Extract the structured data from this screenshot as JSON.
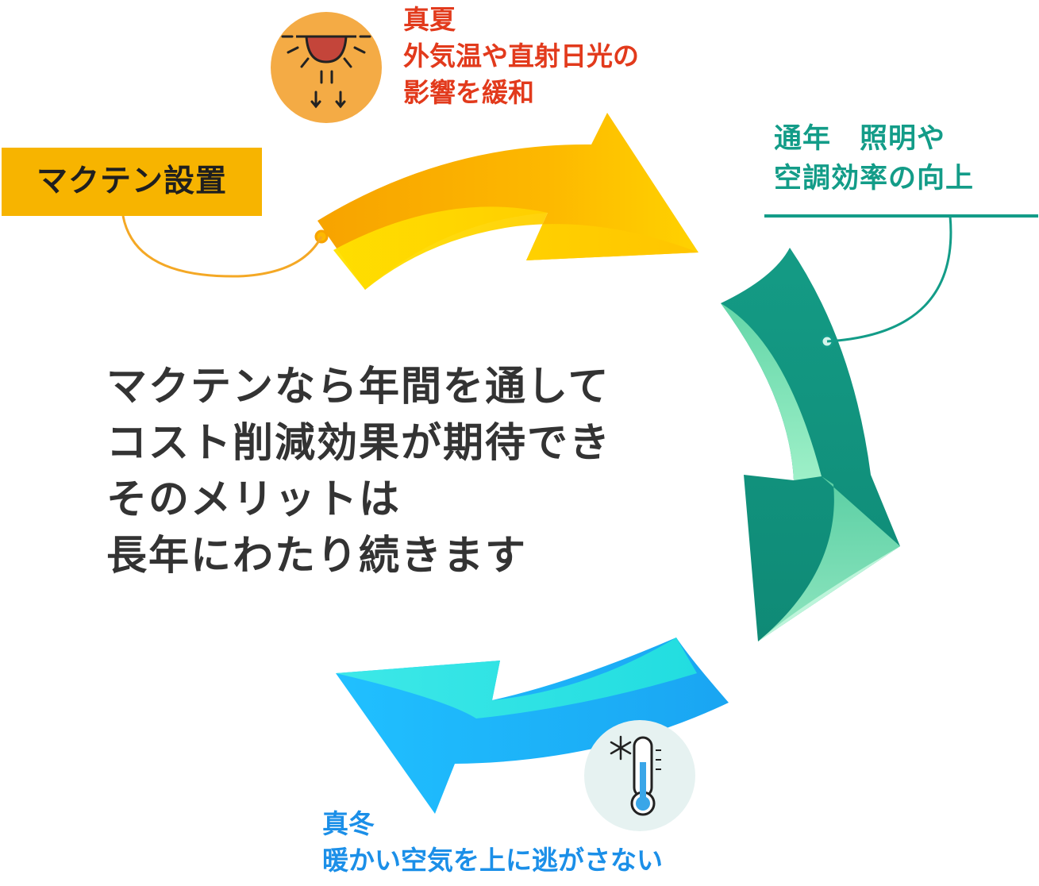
{
  "colors": {
    "summer": "#e23a1c",
    "year_round": "#139c88",
    "winter": "#1b8fe8",
    "install_bg": "#f7b400",
    "body_text": "#333333",
    "sun_bg": "#f4ab45",
    "thermo_bg": "#e6f2f1"
  },
  "icons": {
    "sun": "sun-icon",
    "thermometer": "thermometer-snowflake-icon"
  },
  "install": {
    "label": "マクテン設置"
  },
  "summer": {
    "title": "真夏",
    "line1": "外気温や直射日光の",
    "line2": "影響を緩和"
  },
  "year_round": {
    "line1": "通年　照明や",
    "line2": "空調効率の向上"
  },
  "winter": {
    "title": "真冬",
    "line1": "暖かい空気を上に逃がさない"
  },
  "center": {
    "line1": "マクテンなら年間を通して",
    "line2": "コスト削減効果が期待でき",
    "line3": "そのメリットは",
    "line4": "長年にわたり続きます"
  }
}
